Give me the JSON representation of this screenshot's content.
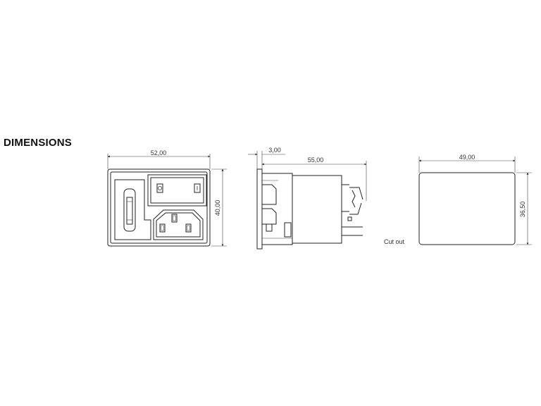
{
  "heading": "DIMENSIONS",
  "front_view": {
    "width_label": "52,00",
    "height_label": "40,00",
    "switch_off": "O",
    "switch_on": "I"
  },
  "side_view": {
    "flange_label": "3,00",
    "depth_label": "55,00"
  },
  "cutout_view": {
    "width_label": "49,00",
    "height_label": "36,50",
    "caption": "Cut out"
  }
}
